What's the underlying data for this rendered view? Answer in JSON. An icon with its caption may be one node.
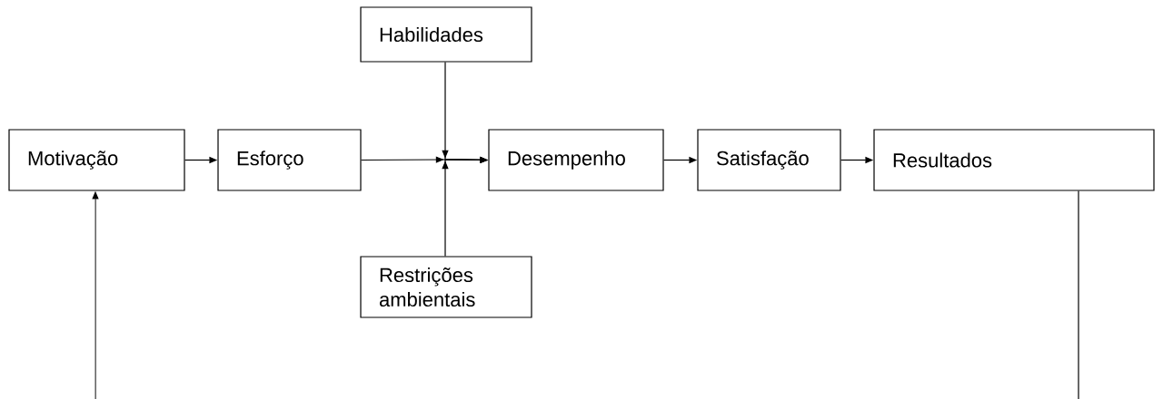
{
  "diagram": {
    "nodes": [
      {
        "text": [
          "Habilidades"
        ]
      },
      {
        "text": [
          "Motivação"
        ]
      },
      {
        "text": [
          "Esforço"
        ]
      },
      {
        "text": [
          "Desempenho"
        ]
      },
      {
        "text": [
          "Satisfação"
        ]
      },
      {
        "text": [
          "Resultados"
        ]
      },
      {
        "text": [
          "Restrições ambientais"
        ]
      }
    ],
    "edges": [
      {
        "from": 1,
        "to": 2,
        "arrow": "to"
      },
      {
        "from": 2,
        "to": 3,
        "arrow": "to"
      },
      {
        "from": 0,
        "to": 3,
        "arrow": "to"
      },
      {
        "from": 6,
        "to": 3,
        "arrow": "to"
      },
      {
        "from": 3,
        "to": 4,
        "arrow": "to"
      },
      {
        "from": 4,
        "to": 5,
        "arrow": "to"
      },
      {
        "from": 5,
        "to": null,
        "arrow": "none"
      },
      {
        "from": null,
        "to": 1,
        "arrow": "to"
      }
    ]
  }
}
